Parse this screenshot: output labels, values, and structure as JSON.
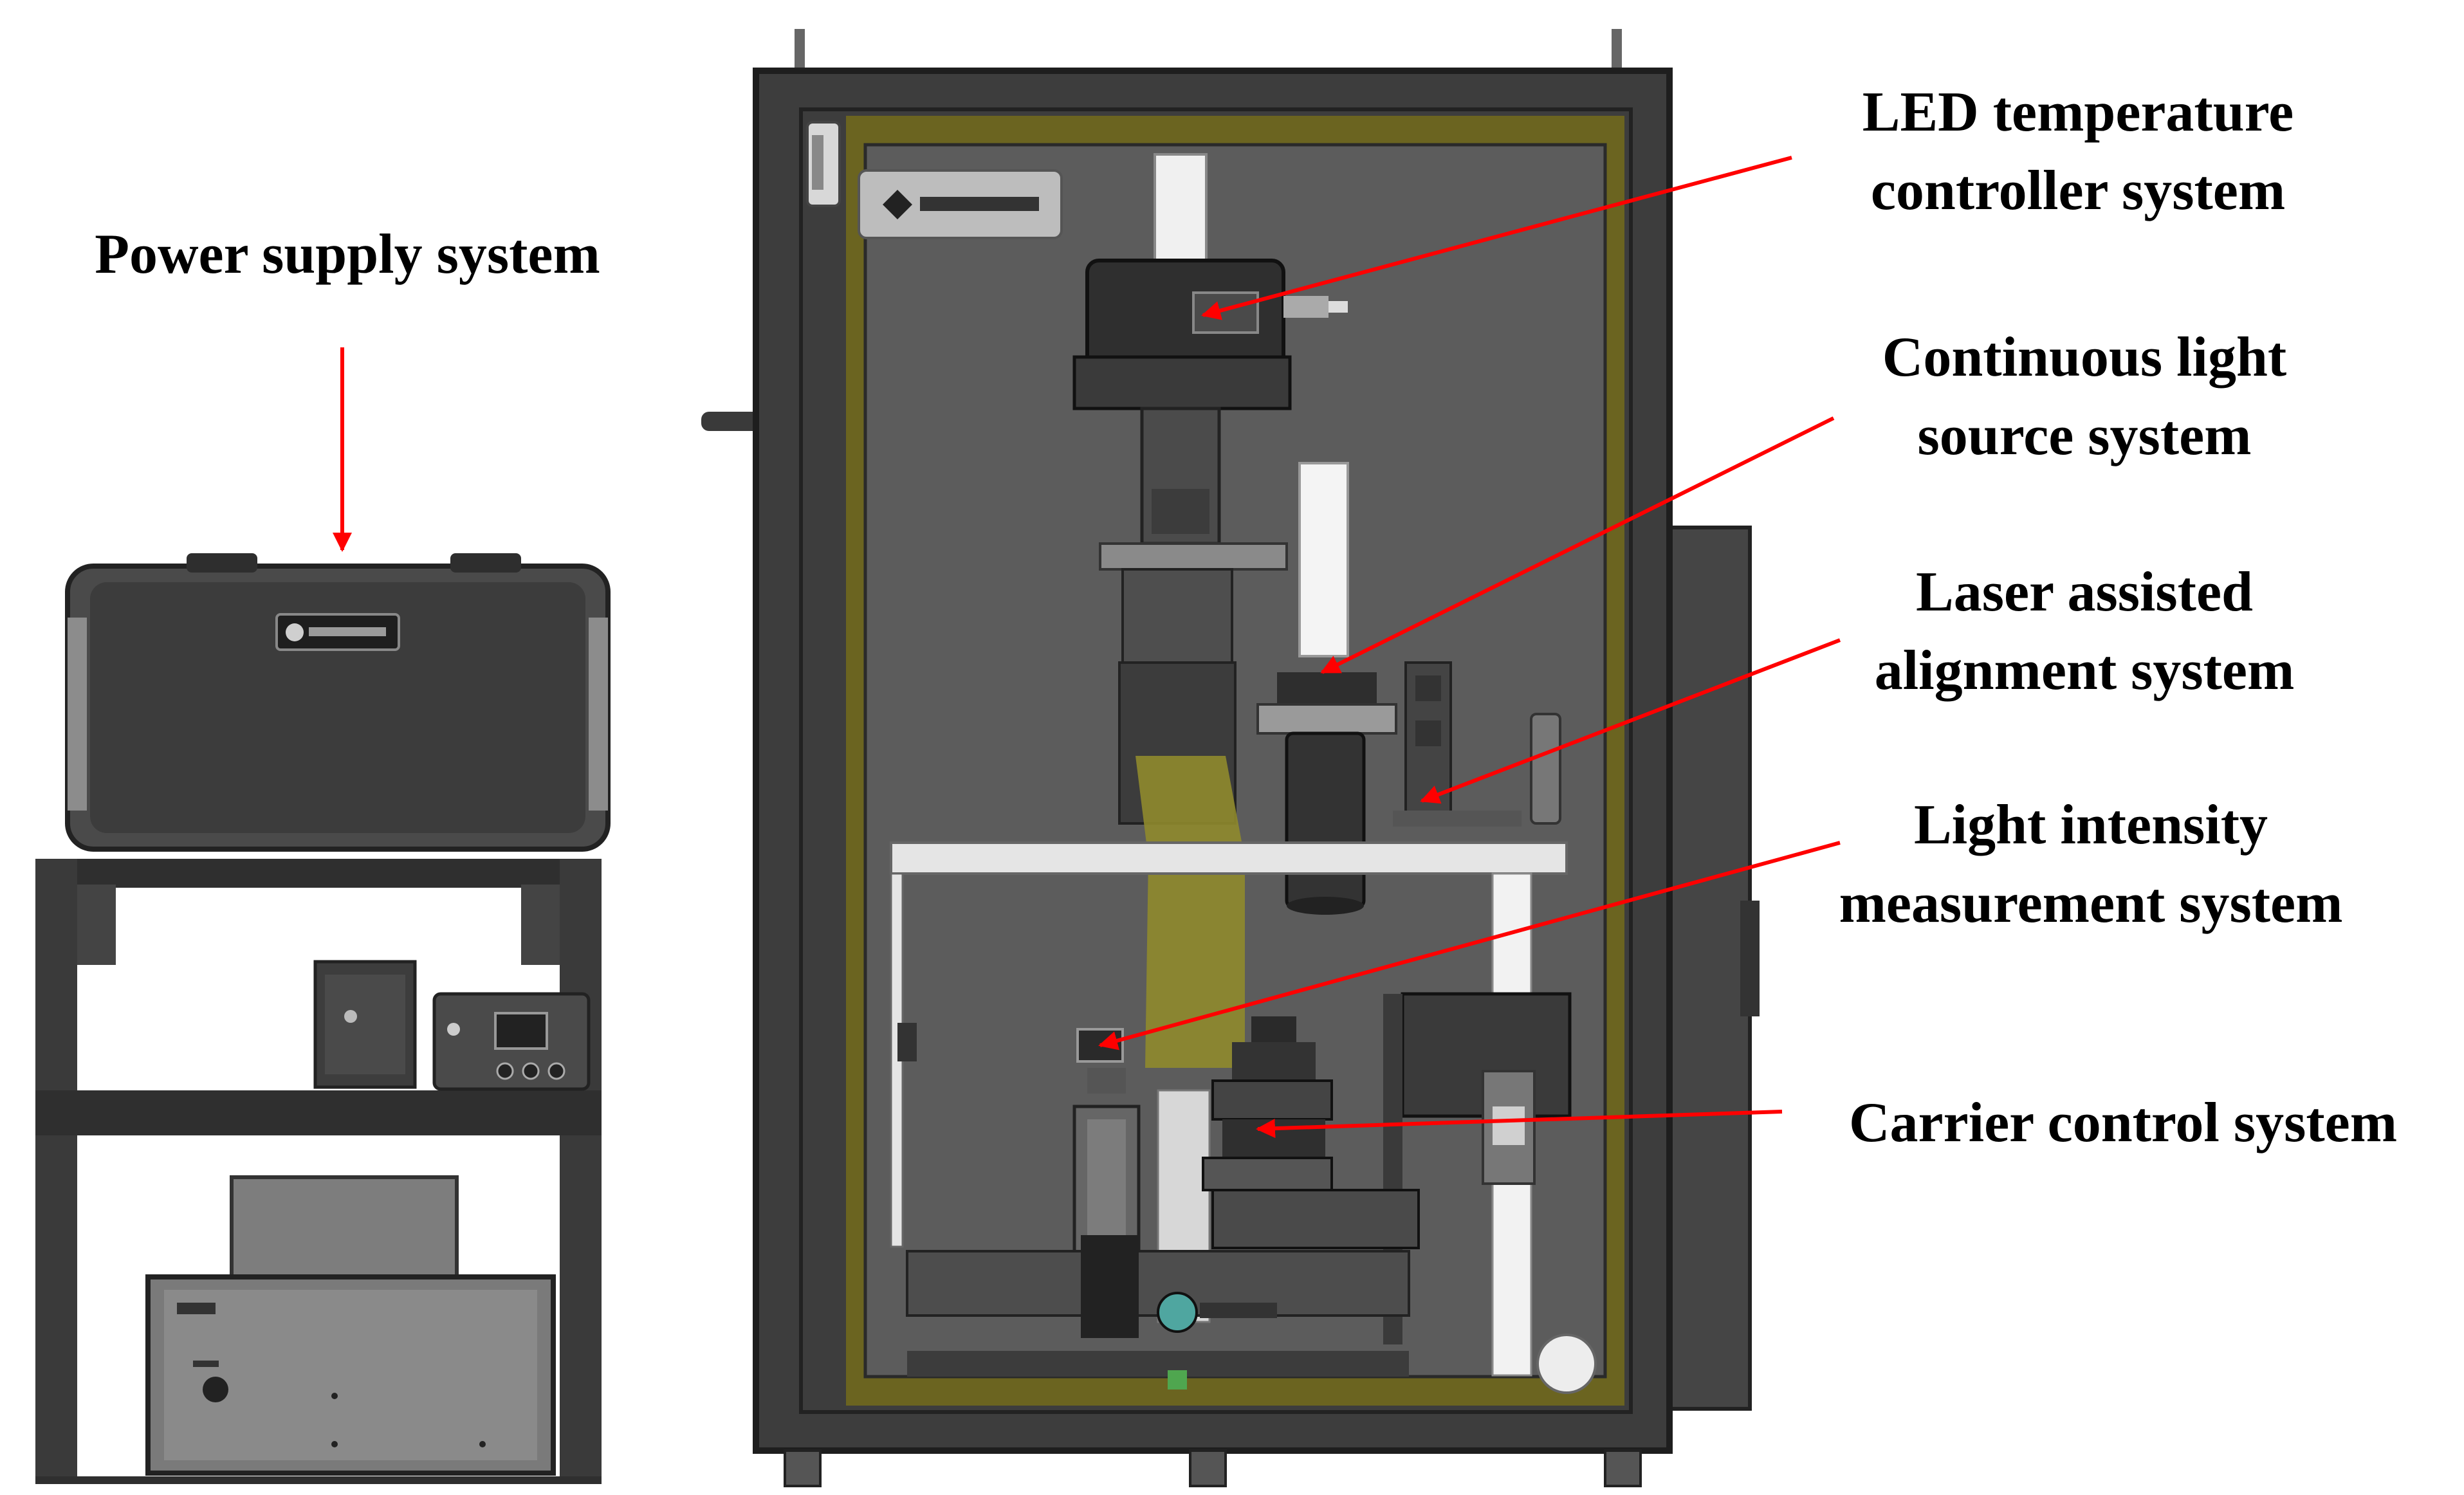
{
  "labels": {
    "power_supply": "Power supply system",
    "led_temp_line1": "LED temperature",
    "led_temp_line2": "controller system",
    "continuous_line1": "Continuous light",
    "continuous_line2": "source system",
    "laser_line1": "Laser assisted",
    "laser_line2": "alignment system",
    "intensity_line1": "Light intensity",
    "intensity_line2": "measurement system",
    "carrier": "Carrier control system"
  },
  "colors": {
    "arrow": "#ff0000",
    "frame": "#3d3d3d",
    "interior": "#5a5a5a",
    "liner": "#6b6420",
    "beam": "#8f8a2c"
  }
}
